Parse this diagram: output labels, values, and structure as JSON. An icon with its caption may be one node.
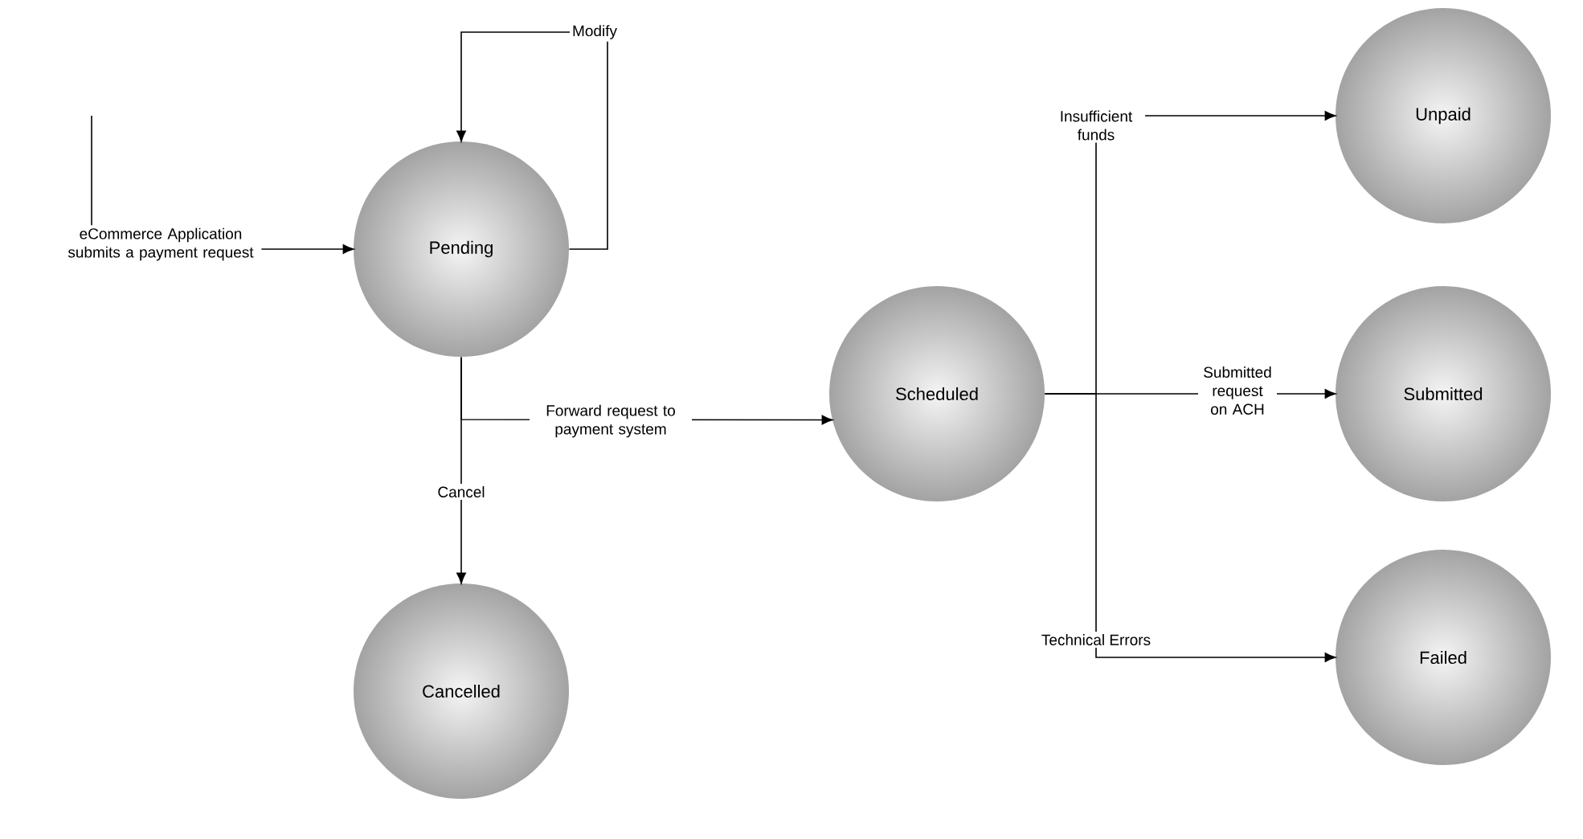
{
  "diagram": {
    "nodes": [
      {
        "text": [
          "eCommerce Application submits a payment request"
        ]
      },
      {
        "text": [
          "Pending"
        ]
      },
      {
        "text": [
          "Cancelled"
        ]
      },
      {
        "text": [
          "Scheduled"
        ]
      },
      {
        "text": [
          "Unpaid"
        ]
      },
      {
        "text": [
          "Submitted"
        ]
      },
      {
        "text": [
          "Failed"
        ]
      }
    ],
    "edges": [
      {
        "from": null,
        "to": 0,
        "arrow": "none"
      },
      {
        "from": 0,
        "to": 1,
        "arrow": "to"
      },
      {
        "from": 1,
        "to": 1,
        "arrow": "to",
        "label": "Modify"
      },
      {
        "from": 1,
        "to": 3,
        "arrow": "to",
        "label": "Forward request to payment system"
      },
      {
        "from": 1,
        "to": 2,
        "arrow": "to",
        "label": "Cancel"
      },
      {
        "from": 3,
        "to": 4,
        "arrow": "to",
        "label": "Insufficient funds"
      },
      {
        "from": 3,
        "to": 5,
        "arrow": "to",
        "label": "Submitted request on ACH"
      },
      {
        "from": 3,
        "to": 6,
        "arrow": "to",
        "label": "Technical Errors"
      }
    ]
  }
}
